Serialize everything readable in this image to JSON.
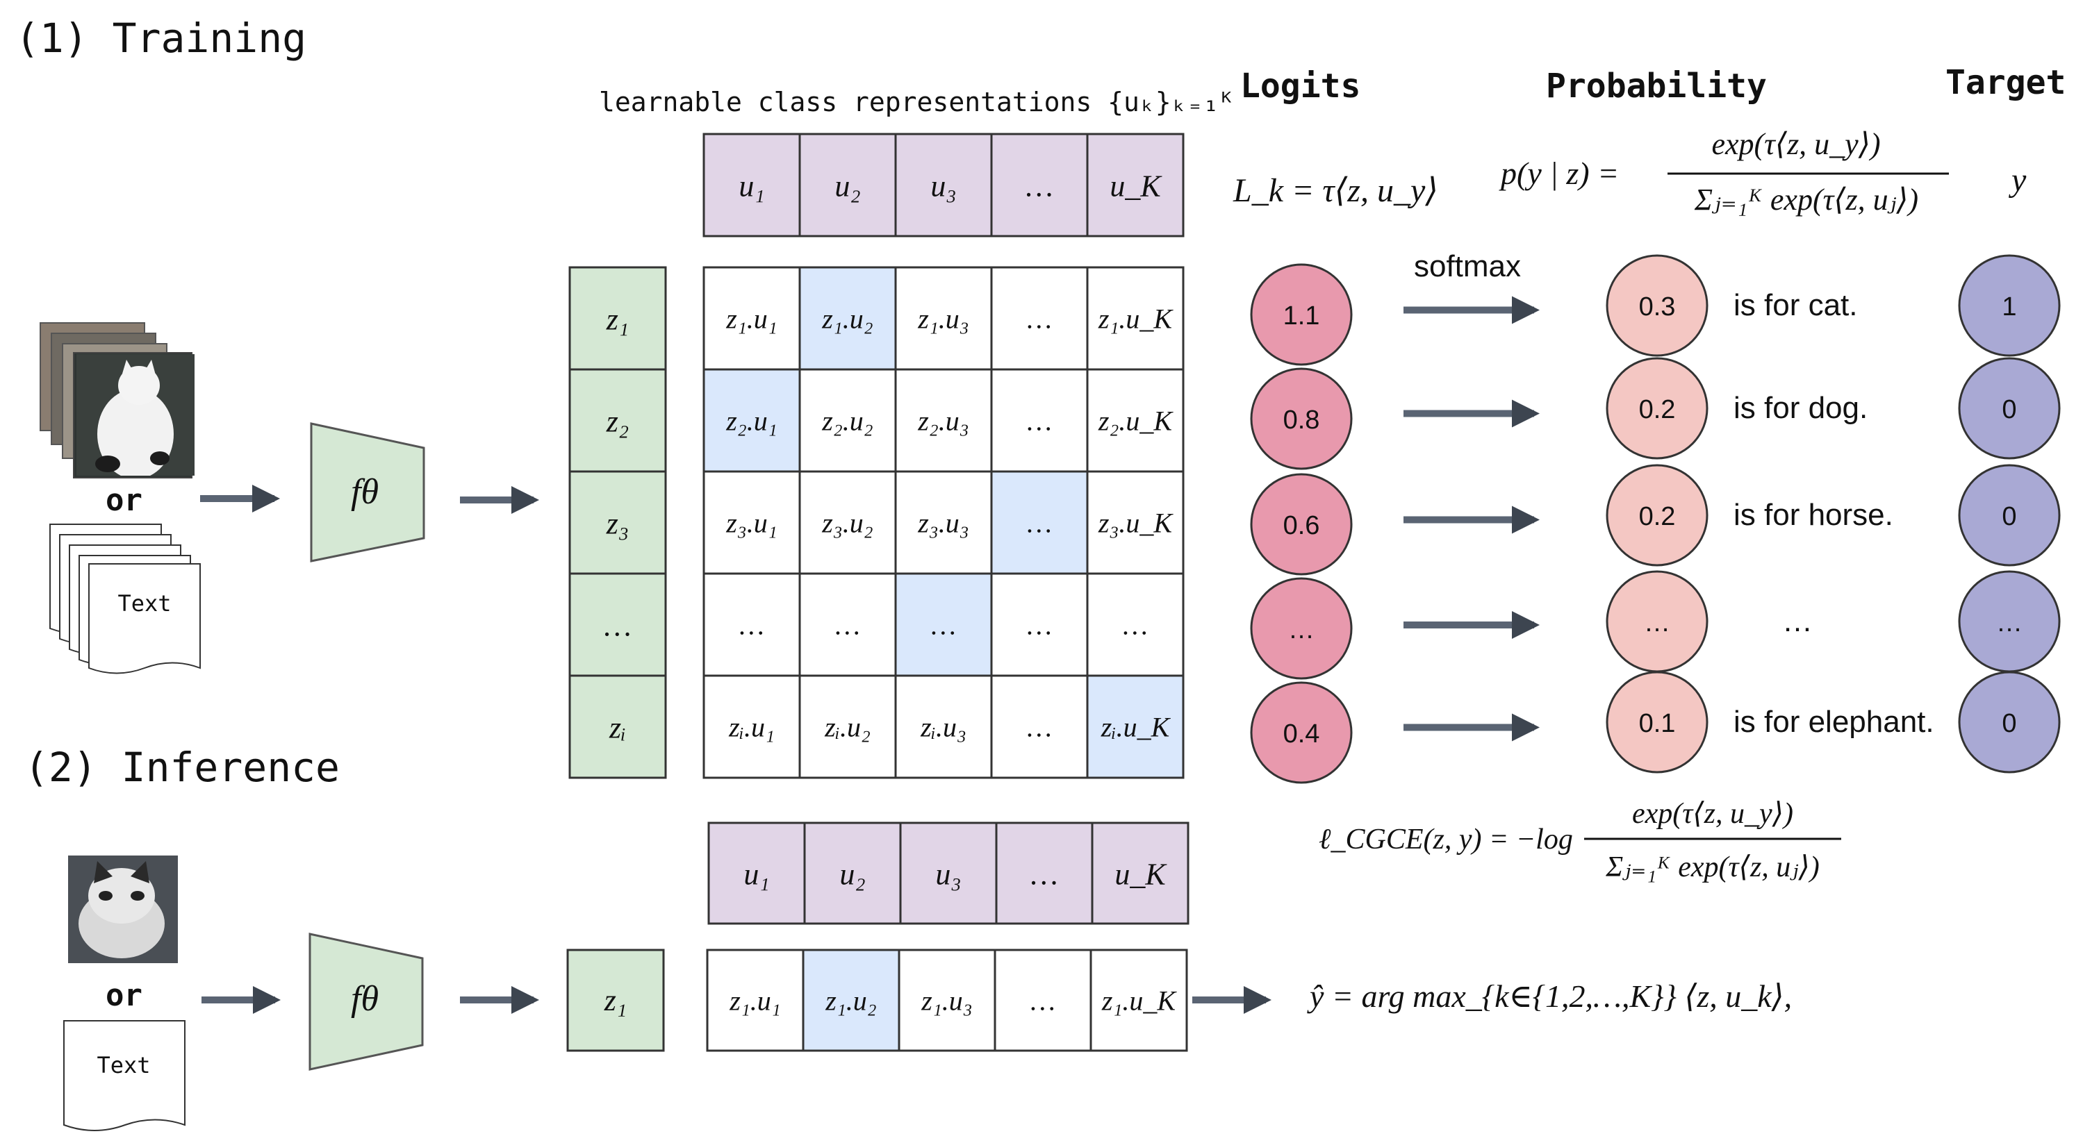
{
  "training": {
    "title": "(1) Training",
    "inputs": {
      "or_label": "or",
      "text_doc": "Text"
    },
    "encoder_label": "fθ",
    "class_rep_caption": "learnable class representations {uₖ}ₖ₌₁ᴷ",
    "class_row": [
      "u₁",
      "u₂",
      "u₃",
      "…",
      "u_K"
    ],
    "z_column": [
      "z₁",
      "z₂",
      "z₃",
      "…",
      "zᵢ"
    ],
    "matrix": [
      [
        "z₁.u₁",
        "z₁.u₂",
        "z₁.u₃",
        "…",
        "z₁.u_K"
      ],
      [
        "z₂.u₁",
        "z₂.u₂",
        "z₂.u₃",
        "…",
        "z₂.u_K"
      ],
      [
        "z₃.u₁",
        "z₃.u₂",
        "z₃.u₃",
        "…",
        "z₃.u_K"
      ],
      [
        "…",
        "…",
        "…",
        "…",
        "…"
      ],
      [
        "zᵢ.u₁",
        "zᵢ.u₂",
        "zᵢ.u₃",
        "…",
        "zᵢ.u_K"
      ]
    ],
    "highlighted_cells": [
      [
        0,
        1
      ],
      [
        1,
        0
      ],
      [
        2,
        3
      ],
      [
        3,
        2
      ],
      [
        4,
        4
      ]
    ],
    "headers": {
      "logits": "Logits",
      "probability": "Probability",
      "target": "Target"
    },
    "formula_logits": "L_k = τ⟨z, u_y⟩",
    "formula_prob_lhs": "p(y | z) =",
    "formula_prob_num": "exp(τ⟨z, u_y⟩)",
    "formula_prob_den": "Σⱼ₌₁ᴷ exp(τ⟨z, uⱼ⟩)",
    "target_symbol": "y",
    "softmax_label": "softmax",
    "logit_values": [
      "1.1",
      "0.8",
      "0.6",
      "…",
      "0.4"
    ],
    "prob_values": [
      "0.3",
      "0.2",
      "0.2",
      "…",
      "0.1"
    ],
    "prob_texts": [
      "is for cat.",
      "is for dog.",
      "is for horse.",
      "…",
      "is for elephant."
    ],
    "target_values": [
      "1",
      "0",
      "0",
      "…",
      "0"
    ],
    "loss_lhs": "ℓ_CGCE(z, y) = −log",
    "loss_num": "exp(τ⟨z, u_y⟩)",
    "loss_den": "Σⱼ₌₁ᴷ exp(τ⟨z, uⱼ⟩)"
  },
  "inference": {
    "title": "(2) Inference",
    "inputs": {
      "or_label": "or",
      "text_doc": "Text"
    },
    "encoder_label": "fθ",
    "class_row": [
      "u₁",
      "u₂",
      "u₃",
      "…",
      "u_K"
    ],
    "z_cell": "z₁",
    "matrix_row": [
      "z₁.u₁",
      "z₁.u₂",
      "z₁.u₃",
      "…",
      "z₁.u_K"
    ],
    "highlighted_cell": 1,
    "formula": "ŷ = arg max_{k∈{1,2,…,K}} ⟨z, u_k⟩,"
  },
  "colors": {
    "encoder_fill": "#d5e8d4",
    "green_cell": "#d5e8d4",
    "purple_cell": "#e1d5e7",
    "blue_highlight": "#dae8fc",
    "logit_circle": "#e899ad",
    "prob_circle": "#f4c7c3",
    "target_circle": "#a9a9d4",
    "arrow": "#5a6473"
  }
}
